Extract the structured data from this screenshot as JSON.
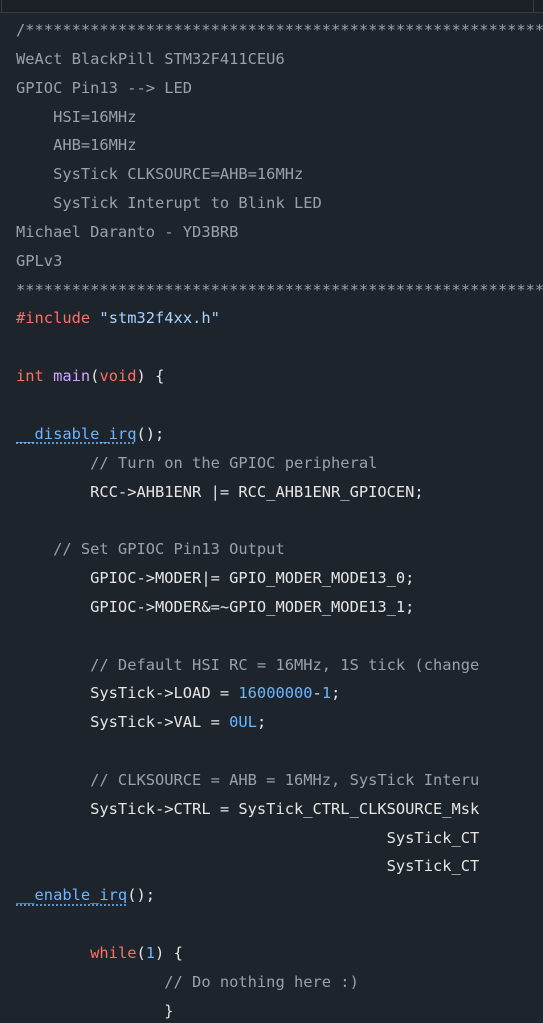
{
  "code_lines": [
    [
      {
        "t": "/*****************************************************************",
        "c": "cm"
      }
    ],
    [
      {
        "t": "WeAct BlackPill STM32F411CEU6",
        "c": "cm"
      }
    ],
    [
      {
        "t": "GPIOC Pin13 --> LED",
        "c": "cm"
      }
    ],
    [
      {
        "t": "    HSI=16MHz",
        "c": "cm"
      }
    ],
    [
      {
        "t": "    AHB=16MHz",
        "c": "cm"
      }
    ],
    [
      {
        "t": "    SysTick CLKSOURCE=AHB=16MHz",
        "c": "cm"
      }
    ],
    [
      {
        "t": "    SysTick Interupt to Blink LED",
        "c": "cm"
      }
    ],
    [
      {
        "t": "Michael Daranto - YD3BRB",
        "c": "cm"
      }
    ],
    [
      {
        "t": "GPLv3",
        "c": "cm"
      }
    ],
    [
      {
        "t": "*****************************************************************",
        "c": "cm"
      }
    ],
    [
      {
        "t": "#include",
        "c": "kw"
      },
      {
        "t": " ",
        "c": "p"
      },
      {
        "t": "\"stm32f4xx.h\"",
        "c": "str"
      }
    ],
    [],
    [
      {
        "t": "int",
        "c": "kw"
      },
      {
        "t": " ",
        "c": "p"
      },
      {
        "t": "main",
        "c": "fn"
      },
      {
        "t": "(",
        "c": "p"
      },
      {
        "t": "void",
        "c": "kw"
      },
      {
        "t": ") {",
        "c": "p"
      }
    ],
    [],
    [
      {
        "t": "__disable_irq",
        "c": "link"
      },
      {
        "t": "();",
        "c": "p"
      }
    ],
    [
      {
        "t": "        // Turn on the GPIOC peripheral",
        "c": "cm"
      }
    ],
    [
      {
        "t": "        RCC->AHB1ENR |= RCC_AHB1ENR_GPIOCEN;",
        "c": "id"
      }
    ],
    [],
    [
      {
        "t": "    // Set GPIOC Pin13 Output",
        "c": "cm"
      }
    ],
    [
      {
        "t": "        GPIOC->MODER|= GPIO_MODER_MODE13_0;",
        "c": "id"
      }
    ],
    [
      {
        "t": "        GPIOC->MODER&=~GPIO_MODER_MODE13_1;",
        "c": "id"
      }
    ],
    [],
    [
      {
        "t": "        // Default HSI RC = 16MHz, 1S tick (change",
        "c": "cm"
      }
    ],
    [
      {
        "t": "        SysTick->LOAD = ",
        "c": "id"
      },
      {
        "t": "16000000",
        "c": "num"
      },
      {
        "t": "-",
        "c": "p"
      },
      {
        "t": "1",
        "c": "num"
      },
      {
        "t": ";",
        "c": "p"
      }
    ],
    [
      {
        "t": "        SysTick->VAL = ",
        "c": "id"
      },
      {
        "t": "0UL",
        "c": "num"
      },
      {
        "t": ";",
        "c": "p"
      }
    ],
    [],
    [
      {
        "t": "        // CLKSOURCE = AHB = 16MHz, SysTick Interu",
        "c": "cm"
      }
    ],
    [
      {
        "t": "        SysTick->CTRL = SysTick_CTRL_CLKSOURCE_Msk",
        "c": "id"
      }
    ],
    [
      {
        "t": "                                        SysTick_CT",
        "c": "id"
      }
    ],
    [
      {
        "t": "                                        SysTick_CT",
        "c": "id"
      }
    ],
    [
      {
        "t": "__enable_irq",
        "c": "link"
      },
      {
        "t": "();",
        "c": "p"
      }
    ],
    [],
    [
      {
        "t": "        ",
        "c": "p"
      },
      {
        "t": "while",
        "c": "kw"
      },
      {
        "t": "(",
        "c": "p"
      },
      {
        "t": "1",
        "c": "num"
      },
      {
        "t": ") {",
        "c": "p"
      }
    ],
    [
      {
        "t": "                // Do nothing here :)",
        "c": "cm"
      }
    ],
    [
      {
        "t": "                }",
        "c": "p"
      }
    ]
  ],
  "theme": {
    "background": "#1e242b",
    "comment": "#9aa1a9",
    "keyword": "#ff6f66",
    "string": "#a7d4ff",
    "number": "#6cb6ff",
    "function": "#d0a7ff",
    "text": "#e6e6e6"
  }
}
